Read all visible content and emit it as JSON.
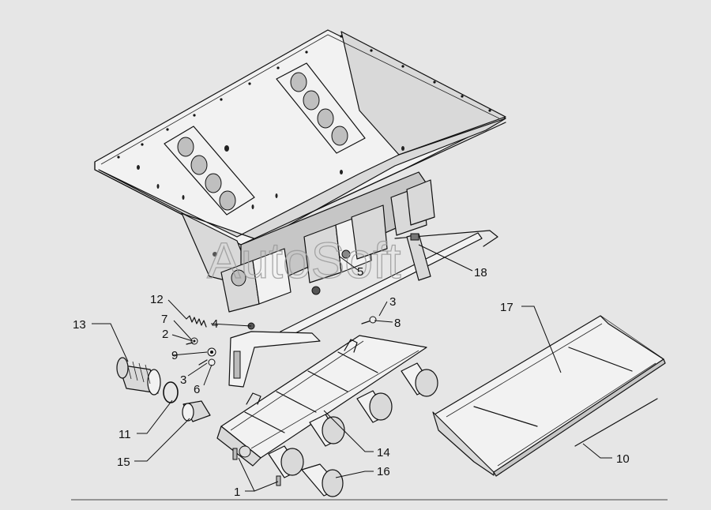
{
  "watermark": "AutoSoft",
  "callouts": [
    "1",
    "2",
    "3",
    "3",
    "4",
    "5",
    "6",
    "7",
    "8",
    "9",
    "10",
    "11",
    "12",
    "13",
    "14",
    "15",
    "16",
    "17",
    "18"
  ]
}
